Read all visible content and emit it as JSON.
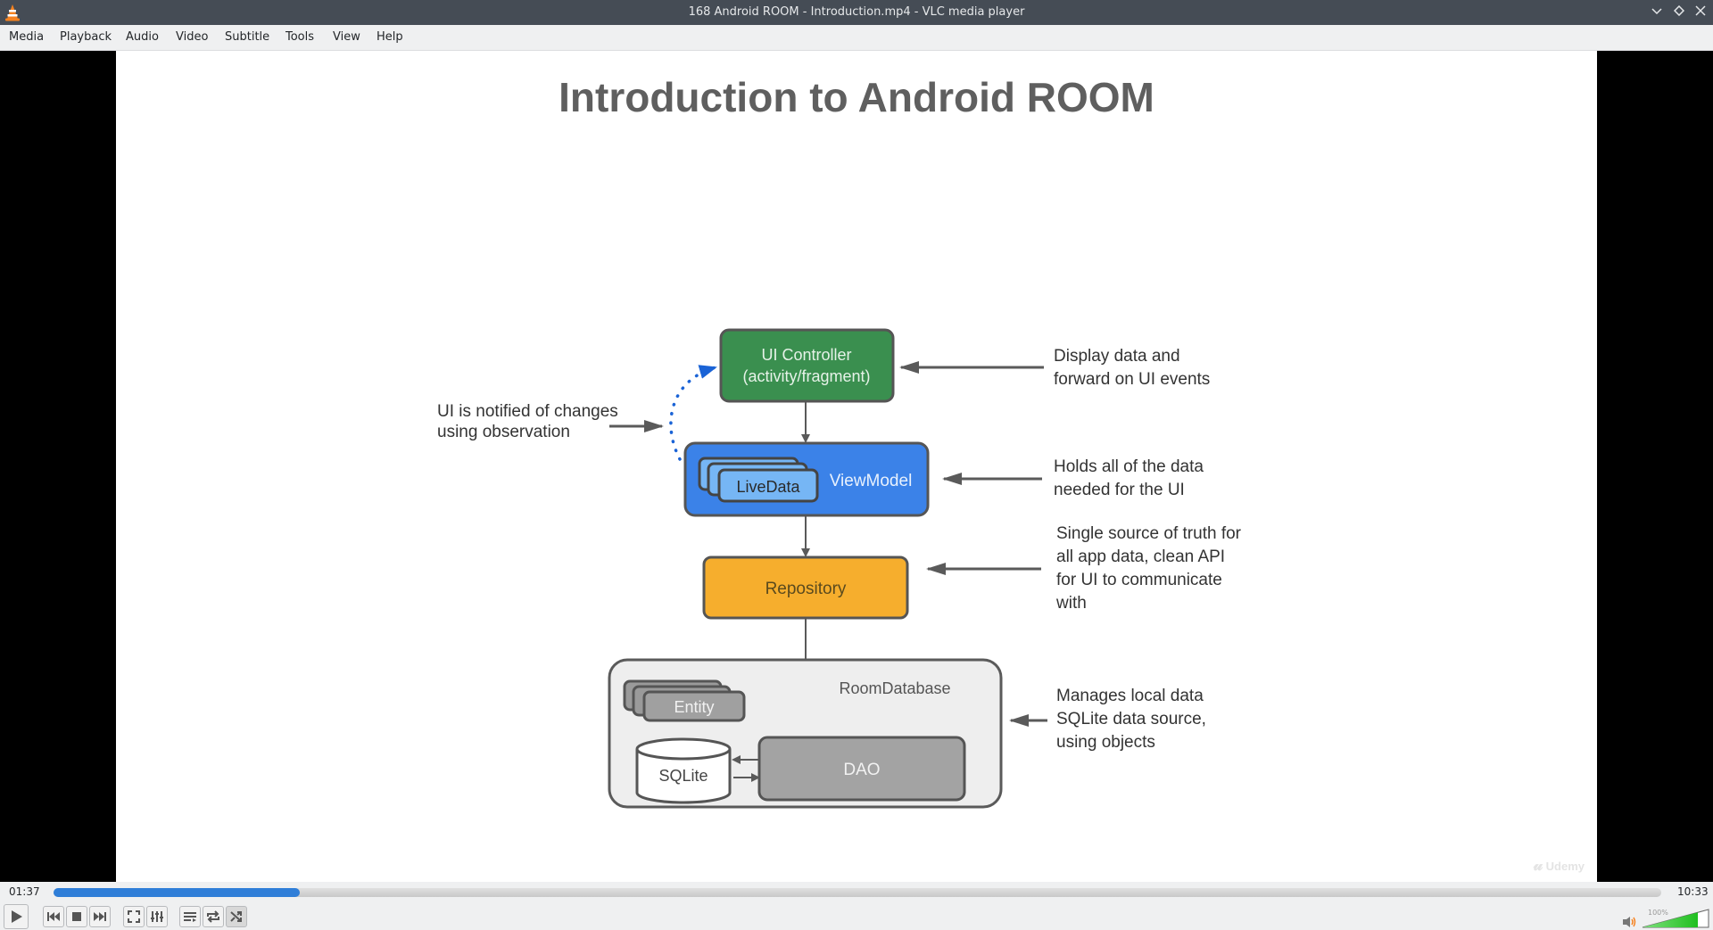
{
  "window": {
    "title": "168 Android ROOM - Introduction.mp4 - VLC media player",
    "controls": [
      "minimize-icon",
      "maximize-icon",
      "close-icon"
    ]
  },
  "menu": {
    "items": [
      {
        "label": "Media"
      },
      {
        "label": "Playback"
      },
      {
        "label": "Audio"
      },
      {
        "label": "Video"
      },
      {
        "label": "Subtitle"
      },
      {
        "label": "Tools"
      },
      {
        "label": "View"
      },
      {
        "label": "Help"
      }
    ]
  },
  "slide": {
    "title": "Introduction to Android ROOM",
    "boxes": {
      "ui_controller": [
        "UI Controller",
        "(activity/fragment)"
      ],
      "viewmodel": "ViewModel",
      "livedata": "LiveData",
      "repository": "Repository",
      "room_database": "RoomDatabase",
      "entity": "Entity",
      "sqlite": "SQLite",
      "dao": "DAO"
    },
    "annotations": {
      "observation": [
        "UI is notified of changes",
        "using observation"
      ],
      "ui_controller": [
        "Display data and",
        "forward on UI events"
      ],
      "viewmodel": [
        "Holds all of the data",
        "needed for the UI"
      ],
      "repository": [
        "Single source of truth for",
        "all app data, clean API",
        "for UI to communicate",
        "with"
      ],
      "room_database": [
        "Manages local data",
        "SQLite data source,",
        "using objects"
      ]
    },
    "colors": {
      "ui_controller": "#3a8f4f",
      "viewmodel": "#3b82e8",
      "livedata": "#76b6f5",
      "repository": "#f6ae2d",
      "room_database_bg": "#eeeeee",
      "entity": "#a0a0a0",
      "dao": "#a3a3a3",
      "observe_arrow": "#1a63d6",
      "stroke": "#5a5a5a"
    },
    "watermark": "Udemy"
  },
  "player": {
    "elapsed": "01:37",
    "total": "10:33",
    "progress_fraction": 0.153,
    "volume_label": "100%",
    "volume_fraction": 1.0,
    "buttons": [
      "play",
      "previous",
      "stop",
      "next",
      "fullscreen",
      "extended-settings",
      "playlist",
      "loop",
      "random"
    ],
    "random_active": true
  }
}
